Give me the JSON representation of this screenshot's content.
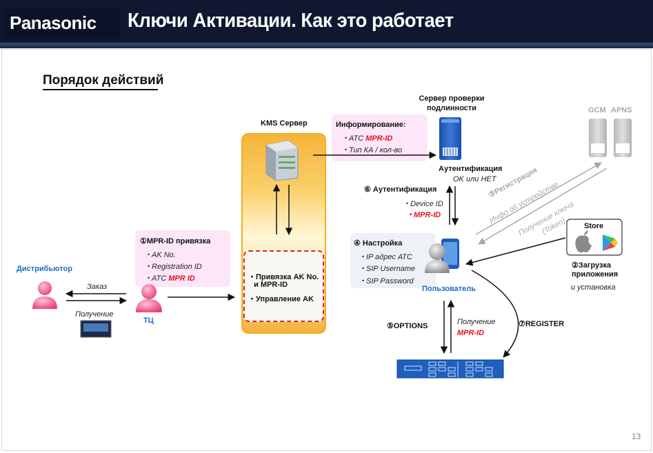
{
  "header": {
    "logo": "Panasonic",
    "title": "Ключи Активации. Как это работает"
  },
  "section_title": "Порядок действий",
  "nodes": {
    "distributor": "Дистрибьютор",
    "tc": "ТЦ",
    "kms_server": "KMS Сервер",
    "auth_server": "Сервер проверки\nподлинности",
    "gcm": "GCM",
    "apns": "APNS",
    "user": "Пользователь",
    "store": "Store"
  },
  "flows": {
    "order": "Заказ",
    "receipt": "Получение"
  },
  "step1": {
    "title": "①MPR-ID привязка",
    "items": [
      "・AK No.",
      "・Registration ID"
    ],
    "atc_prefix": "・ATC ",
    "atc_value": "MPR ID"
  },
  "kms_box": {
    "item1": "・Привязка AK No.",
    "item1b": "  и MPR-ID",
    "item2": "・Управление AK"
  },
  "inform": {
    "title": "Информирование:",
    "atc_prefix": "・ATC ",
    "atc_value": "MPR-ID",
    "item2": "・Тип КА / кол-во"
  },
  "auth_result": {
    "title": "Аутентификация",
    "sub": "OK или НЕТ"
  },
  "step6": {
    "title": "⑥ Аутентификация",
    "item1": "・Device ID",
    "item2": "・MPR-ID"
  },
  "step4": {
    "title": "④ Настройка",
    "items": [
      "・IP адрес АТС",
      "・SIP Username",
      "・SIP Password"
    ]
  },
  "step3": {
    "title": "③Регистрация",
    "sub": "Инфо об устройстве"
  },
  "token": {
    "line1": "Получение ключа",
    "line2": "(Token)"
  },
  "step2": {
    "line1": "②Загрузка",
    "line2": "приложения",
    "line3": "и установка"
  },
  "step5": {
    "title": "⑤OPTIONS"
  },
  "receive_mpr": {
    "line1": "Получение",
    "line2": "MPR-ID"
  },
  "step7": {
    "title": "⑦REGISTER"
  },
  "page_number": "13",
  "colors": {
    "accent_red": "#e01020",
    "accent_blue": "#1e6cc6",
    "kms_orange": "#f4b13a",
    "pink_box": "#fce6f8",
    "header_navy": "#0f1830"
  }
}
